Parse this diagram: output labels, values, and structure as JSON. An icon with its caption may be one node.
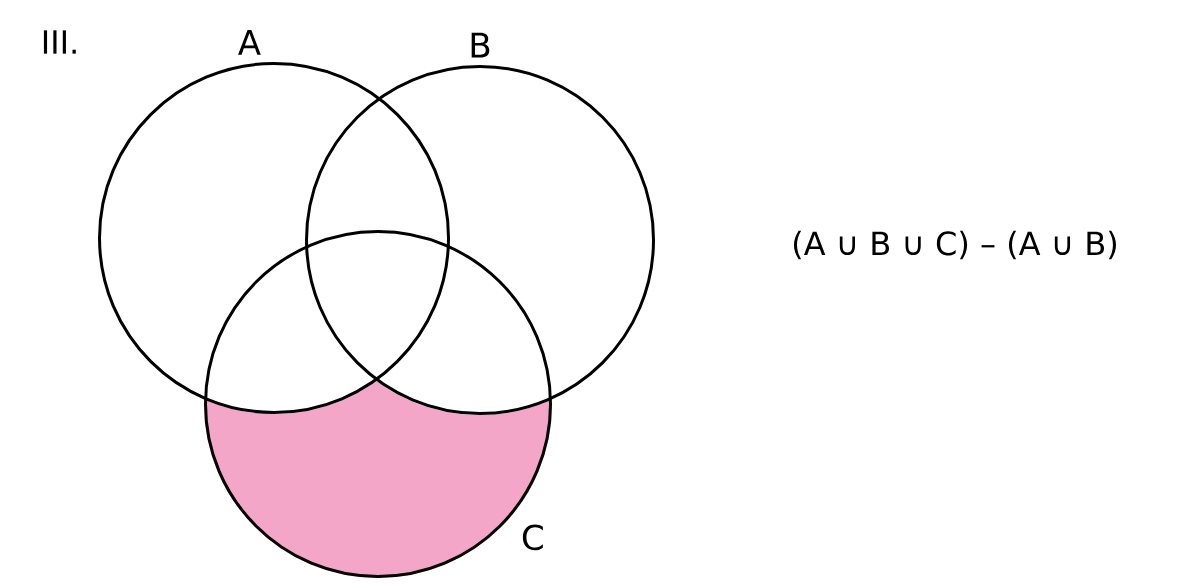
{
  "diagram": {
    "nodes": [
      {
        "text": [
          "A"
        ]
      },
      {
        "text": [
          "B"
        ]
      },
      {
        "text": [
          "C"
        ]
      }
    ],
    "labels": [
      "III.",
      "(A ∪ B ∪ C) – (A ∪ B)"
    ]
  }
}
